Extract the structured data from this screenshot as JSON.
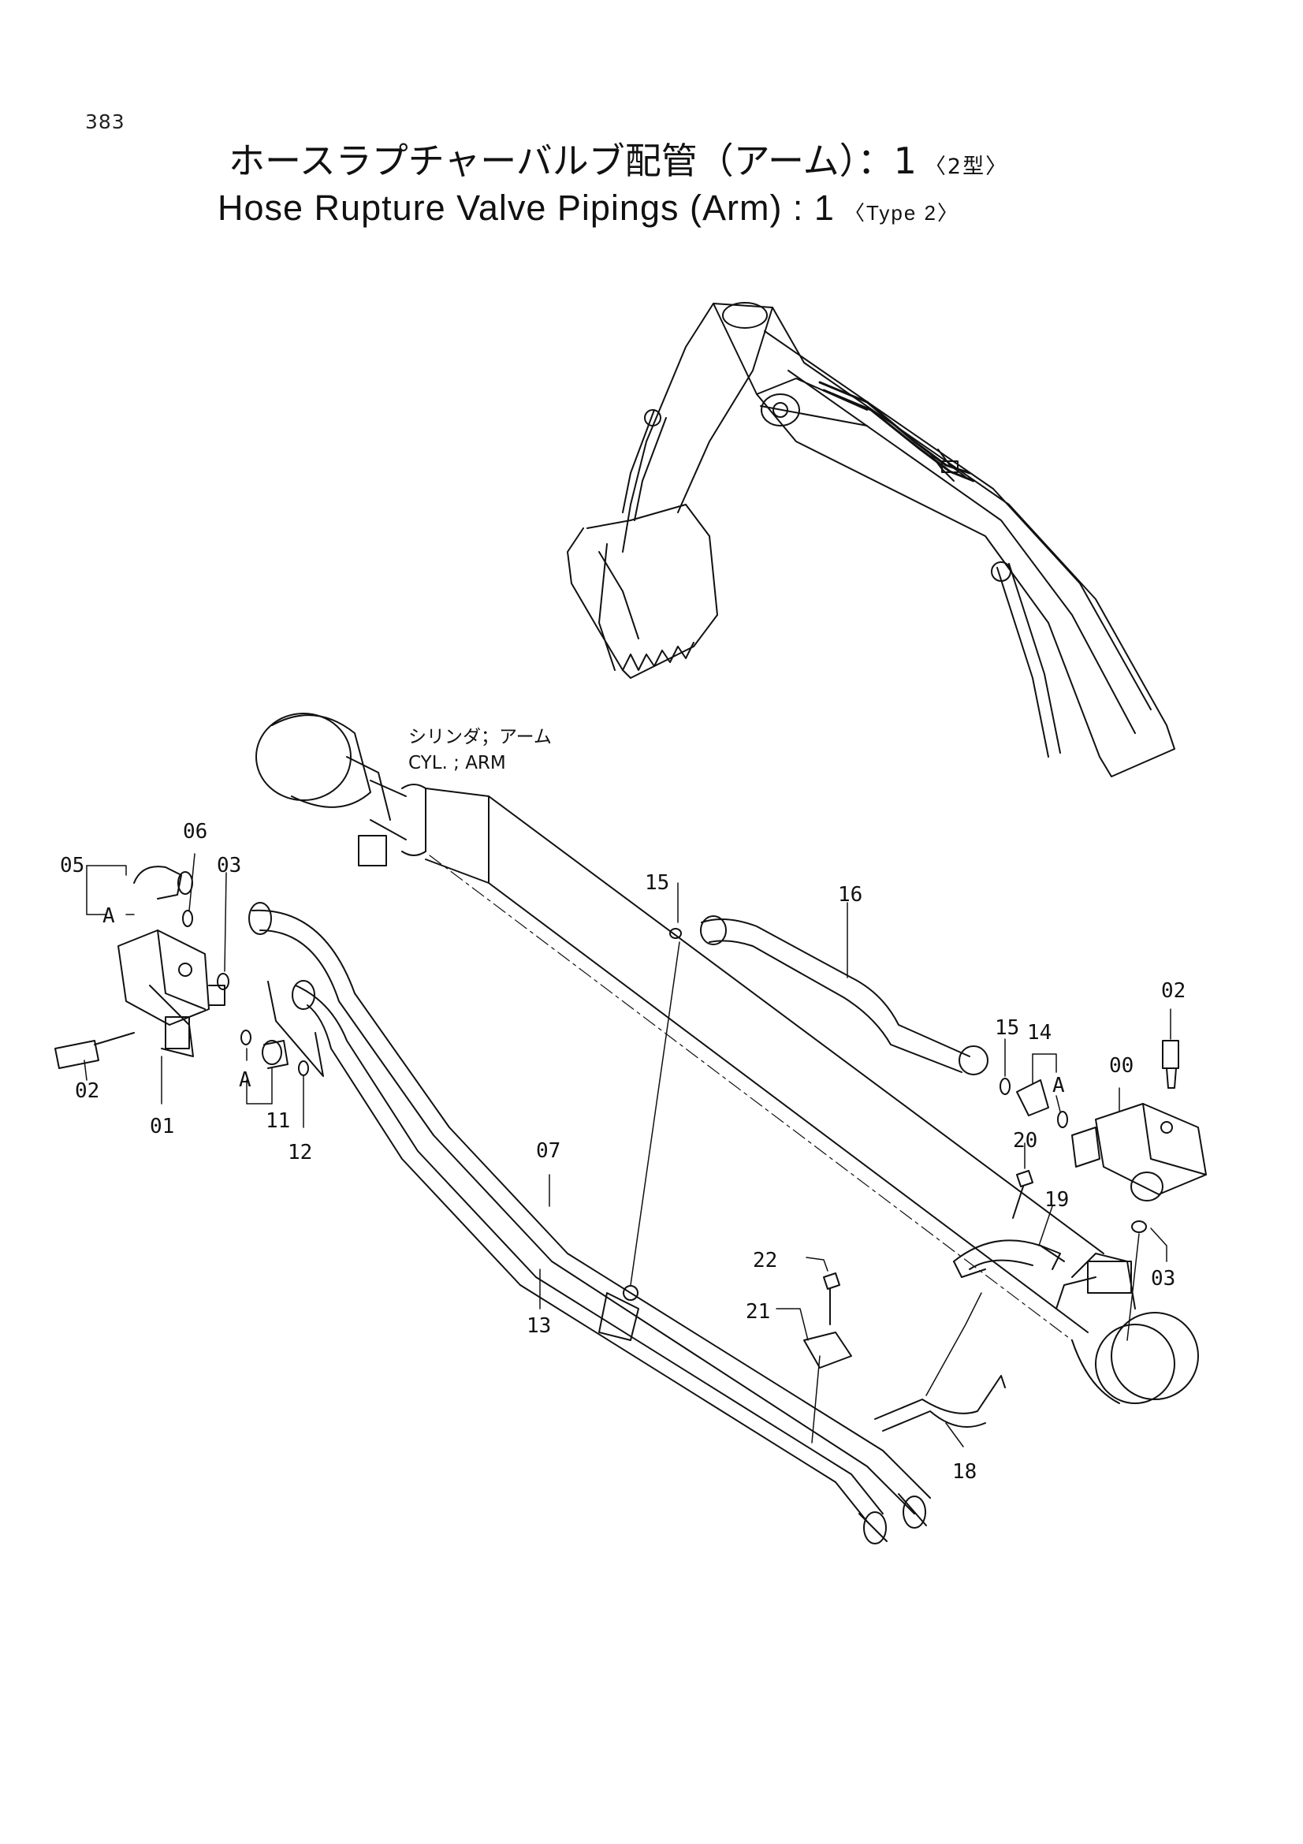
{
  "page_number": "383",
  "title_jp": "ホースラプチャーバルブ配管（アーム）：1",
  "title_jp_type": "〈2型〉",
  "title_en": "Hose Rupture Valve Pipings (Arm) : 1",
  "title_en_type": "〈Type  2〉",
  "cylinder_label_jp": "シリンダ；アーム",
  "cylinder_label_en": "CYL. ; ARM",
  "callouts": [
    "00",
    "01",
    "02",
    "02",
    "03",
    "03",
    "05",
    "06",
    "07",
    "11",
    "12",
    "13",
    "14",
    "15",
    "15",
    "16",
    "18",
    "19",
    "20",
    "21",
    "22",
    "A",
    "A",
    "A"
  ]
}
